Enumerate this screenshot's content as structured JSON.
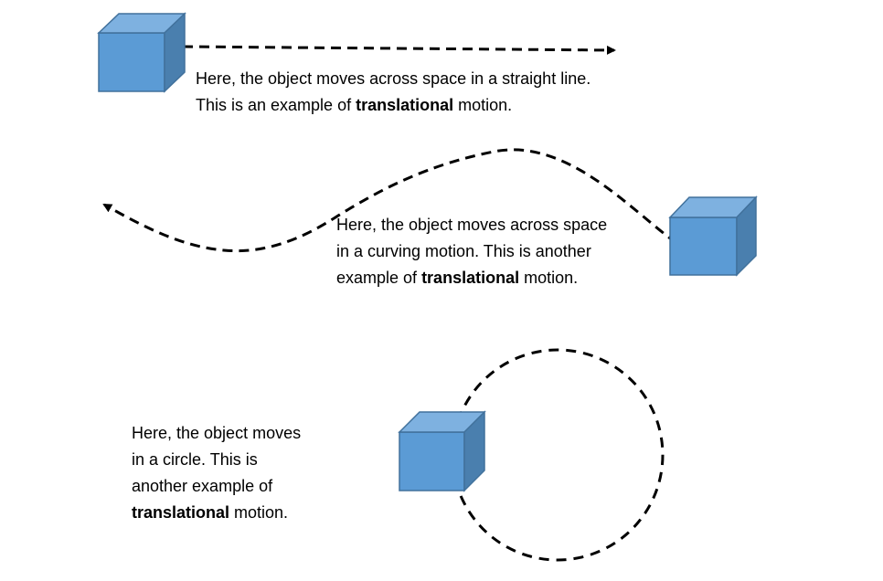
{
  "colors": {
    "cube_front": "#5b9bd5",
    "cube_top": "#7eb1e0",
    "cube_side": "#4a7fae",
    "cube_edge": "#41719c",
    "path_stroke": "#000000"
  },
  "captions": [
    {
      "lines": [
        [
          "Here, the object moves across space in a straight line."
        ],
        [
          "This is an example of ",
          "translational",
          " motion."
        ]
      ]
    },
    {
      "lines": [
        [
          "Here, the object moves across space"
        ],
        [
          "in a curving motion. This is another"
        ],
        [
          "example of ",
          "translational",
          " motion."
        ]
      ]
    },
    {
      "lines": [
        [
          "Here, the object moves"
        ],
        [
          "in a circle. This is"
        ],
        [
          "another example of"
        ],
        [
          "",
          "translational",
          " motion."
        ]
      ]
    }
  ]
}
